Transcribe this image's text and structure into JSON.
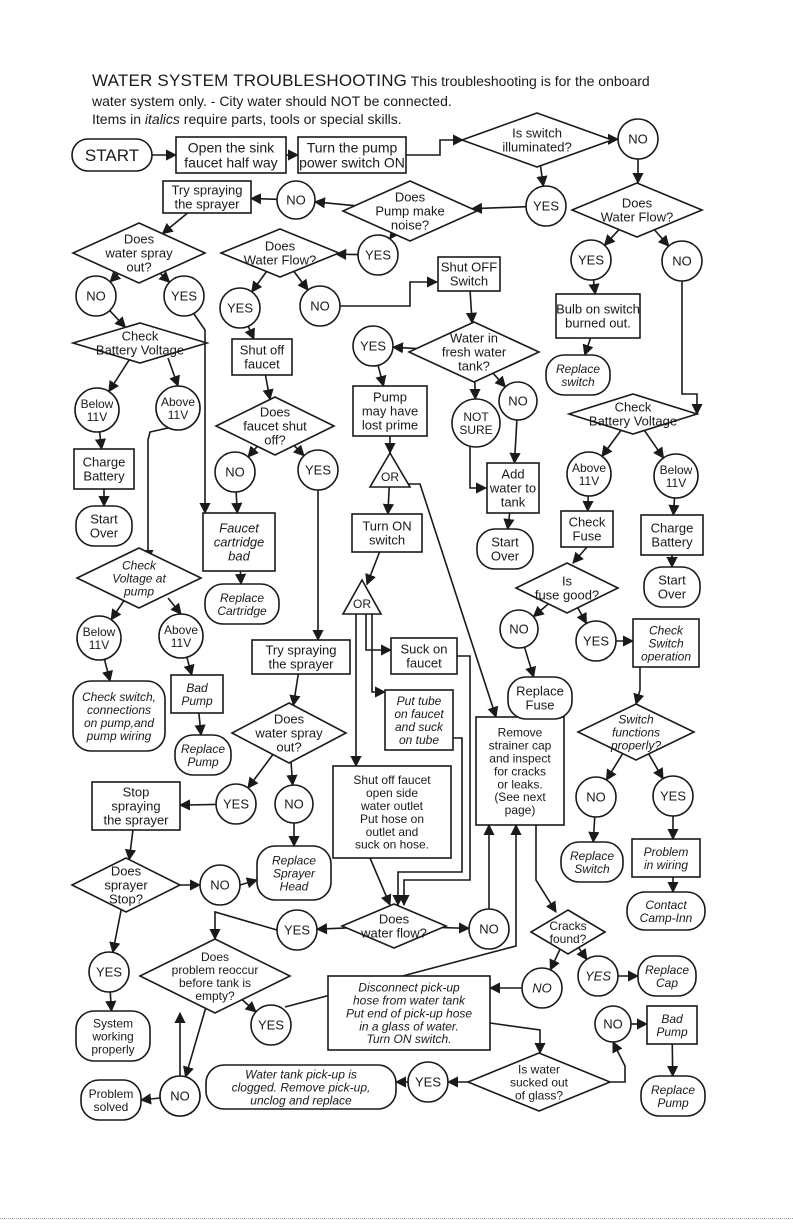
{
  "header": {
    "title": "WATER SYSTEM TROUBLESHOOTING",
    "intro": "This troubleshooting is for the onboard",
    "line2": "water system only.  - City water should NOT be connected.",
    "line3_pre": "Items in ",
    "line3_italic": "italics",
    "line3_post": " require parts, tools or special skills."
  },
  "nodes": [
    {
      "id": "start",
      "shape": "pill",
      "text": [
        "START"
      ]
    },
    {
      "id": "open_faucet",
      "shape": "rect",
      "text": [
        "Open the sink",
        "faucet half way"
      ]
    },
    {
      "id": "pump_on",
      "shape": "rect",
      "text": [
        "Turn the pump",
        "power switch ON"
      ]
    },
    {
      "id": "switch_illum",
      "shape": "diamond",
      "text": [
        "Is switch",
        "illuminated?"
      ]
    },
    {
      "id": "no_illum",
      "shape": "circle",
      "text": [
        "NO"
      ]
    },
    {
      "id": "yes_illum",
      "shape": "circle",
      "text": [
        "YES"
      ]
    },
    {
      "id": "pump_noise",
      "shape": "diamond",
      "text": [
        "Does",
        "Pump make",
        "noise?"
      ]
    },
    {
      "id": "no_noise",
      "shape": "circle",
      "text": [
        "NO"
      ]
    },
    {
      "id": "try_spray1",
      "shape": "rect",
      "text": [
        "Try spraying",
        "the sprayer"
      ]
    },
    {
      "id": "spray_out1",
      "shape": "diamond",
      "text": [
        "Does",
        "water spray",
        "out?"
      ]
    },
    {
      "id": "no_spray1",
      "shape": "circle",
      "text": [
        "NO"
      ]
    },
    {
      "id": "yes_spray1",
      "shape": "circle",
      "text": [
        "YES"
      ]
    },
    {
      "id": "check_batt1",
      "shape": "diamond",
      "text": [
        "Check",
        "Battery Voltage"
      ]
    },
    {
      "id": "below11_a",
      "shape": "circle",
      "text": [
        "Below",
        "11V"
      ]
    },
    {
      "id": "above11_a",
      "shape": "circle",
      "text": [
        "Above",
        "11V"
      ]
    },
    {
      "id": "charge_batt1",
      "shape": "rect",
      "text": [
        "Charge",
        "Battery"
      ]
    },
    {
      "id": "start_over1",
      "shape": "pill",
      "text": [
        "Start",
        "Over"
      ]
    },
    {
      "id": "check_volt_pump",
      "shape": "diamond",
      "italic": true,
      "text": [
        "Check",
        "Voltage at",
        "pump"
      ]
    },
    {
      "id": "below11_b",
      "shape": "circle",
      "text": [
        "Below",
        "11V"
      ]
    },
    {
      "id": "above11_b",
      "shape": "circle",
      "text": [
        "Above",
        "11V"
      ]
    },
    {
      "id": "check_switch_conn",
      "shape": "pill",
      "italic": true,
      "text": [
        "Check switch,",
        "connections",
        "on pump,and",
        "pump wiring"
      ]
    },
    {
      "id": "bad_pump1",
      "shape": "rect",
      "italic": true,
      "text": [
        "Bad",
        "Pump"
      ]
    },
    {
      "id": "replace_pump1",
      "shape": "pill",
      "italic": true,
      "text": [
        "Replace",
        "Pump"
      ]
    },
    {
      "id": "yes_noise",
      "shape": "circle",
      "text": [
        "YES"
      ]
    },
    {
      "id": "water_flow1",
      "shape": "diamond",
      "text": [
        "Does",
        "Water Flow?"
      ]
    },
    {
      "id": "yes_flow1",
      "shape": "circle",
      "text": [
        "YES"
      ]
    },
    {
      "id": "no_flow1",
      "shape": "circle",
      "text": [
        "NO"
      ]
    },
    {
      "id": "shut_off_faucet",
      "shape": "rect",
      "text": [
        "Shut off",
        "faucet"
      ]
    },
    {
      "id": "faucet_shut",
      "shape": "diamond",
      "text": [
        "Does",
        "faucet shut",
        "off?"
      ]
    },
    {
      "id": "no_shut",
      "shape": "circle",
      "text": [
        "NO"
      ]
    },
    {
      "id": "yes_shut",
      "shape": "circle",
      "text": [
        "YES"
      ]
    },
    {
      "id": "faucet_cart",
      "shape": "rect",
      "italic": true,
      "text": [
        "Faucet",
        "cartridge",
        "bad"
      ]
    },
    {
      "id": "replace_cart",
      "shape": "pill",
      "italic": true,
      "text": [
        "Replace",
        "Cartridge"
      ]
    },
    {
      "id": "shut_switch",
      "shape": "rect",
      "text": [
        "Shut OFF",
        "Switch"
      ]
    },
    {
      "id": "water_tank",
      "shape": "diamond",
      "text": [
        "Water in",
        "fresh water",
        "tank?"
      ]
    },
    {
      "id": "yes_tank",
      "shape": "circle",
      "text": [
        "YES"
      ]
    },
    {
      "id": "not_sure",
      "shape": "circle",
      "text": [
        "NOT",
        "SURE"
      ]
    },
    {
      "id": "no_tank",
      "shape": "circle",
      "text": [
        "NO"
      ]
    },
    {
      "id": "lost_prime",
      "shape": "rect",
      "text": [
        "Pump",
        "may have",
        "lost prime"
      ]
    },
    {
      "id": "or1",
      "shape": "triangle",
      "text": [
        "OR"
      ]
    },
    {
      "id": "add_water",
      "shape": "rect",
      "text": [
        "Add",
        "water to",
        "tank"
      ]
    },
    {
      "id": "start_over2",
      "shape": "pill",
      "text": [
        "Start",
        "Over"
      ]
    },
    {
      "id": "turn_on_switch",
      "shape": "rect",
      "text": [
        "Turn ON",
        "switch"
      ]
    },
    {
      "id": "or2",
      "shape": "triangle",
      "text": [
        "OR"
      ]
    },
    {
      "id": "suck_faucet",
      "shape": "rect",
      "text": [
        "Suck on",
        "faucet"
      ]
    },
    {
      "id": "put_tube",
      "shape": "rect",
      "italic": true,
      "text": [
        "Put tube",
        "on faucet",
        "and suck",
        "on tube"
      ]
    },
    {
      "id": "shut_outlet",
      "shape": "rect",
      "text": [
        "Shut off faucet",
        "open side",
        "water outlet",
        "Put hose on",
        "outlet and",
        "suck on hose."
      ]
    },
    {
      "id": "remove_strainer",
      "shape": "rect",
      "text": [
        "Remove",
        "strainer cap",
        "and inspect",
        "for cracks",
        "or leaks.",
        "(See next",
        "page)"
      ]
    },
    {
      "id": "try_spray2",
      "shape": "rect",
      "text": [
        "Try spraying",
        "the sprayer"
      ]
    },
    {
      "id": "spray_out2",
      "shape": "diamond",
      "text": [
        "Does",
        "water spray",
        "out?"
      ]
    },
    {
      "id": "yes_spray2",
      "shape": "circle",
      "text": [
        "YES"
      ]
    },
    {
      "id": "no_spray2",
      "shape": "circle",
      "text": [
        "NO"
      ]
    },
    {
      "id": "stop_spray",
      "shape": "rect",
      "text": [
        "Stop",
        "spraying",
        "the sprayer"
      ]
    },
    {
      "id": "replace_head",
      "shape": "pill",
      "italic": true,
      "text": [
        "Replace",
        "Sprayer",
        "Head"
      ]
    },
    {
      "id": "sprayer_stop",
      "shape": "diamond",
      "text": [
        "Does",
        "sprayer",
        "Stop?"
      ]
    },
    {
      "id": "no_stop",
      "shape": "circle",
      "text": [
        "NO"
      ]
    },
    {
      "id": "yes_stop",
      "shape": "circle",
      "text": [
        "YES"
      ]
    },
    {
      "id": "system_ok",
      "shape": "pill",
      "text": [
        "System",
        "working",
        "properly"
      ]
    },
    {
      "id": "yes_flow2",
      "shape": "circle",
      "text": [
        "YES"
      ]
    },
    {
      "id": "water_flow2",
      "shape": "diamond",
      "text": [
        "Does",
        "water flow?"
      ]
    },
    {
      "id": "no_flow2",
      "shape": "circle",
      "text": [
        "NO"
      ]
    },
    {
      "id": "problem_reoccur",
      "shape": "diamond",
      "text": [
        "Does",
        "problem reoccur",
        "before tank is",
        "empty?"
      ]
    },
    {
      "id": "yes_reoccur",
      "shape": "circle",
      "text": [
        "YES"
      ]
    },
    {
      "id": "no_reoccur",
      "shape": "circle",
      "text": [
        "NO"
      ]
    },
    {
      "id": "problem_solved",
      "shape": "pill",
      "text": [
        "Problem",
        "solved"
      ]
    },
    {
      "id": "water_flow3",
      "shape": "diamond",
      "text": [
        "Does",
        "Water Flow?"
      ]
    },
    {
      "id": "yes_flow3",
      "shape": "circle",
      "text": [
        "YES"
      ]
    },
    {
      "id": "no_flow3",
      "shape": "circle",
      "text": [
        "NO"
      ]
    },
    {
      "id": "bulb_burned",
      "shape": "rect",
      "text": [
        "Bulb on switch",
        "burned out."
      ]
    },
    {
      "id": "replace_switch1",
      "shape": "pill",
      "italic": true,
      "text": [
        "Replace",
        "switch"
      ]
    },
    {
      "id": "check_batt2",
      "shape": "diamond",
      "text": [
        "Check",
        "Battery Voltage"
      ]
    },
    {
      "id": "above11_c",
      "shape": "circle",
      "text": [
        "Above",
        "11V"
      ]
    },
    {
      "id": "below11_c",
      "shape": "circle",
      "text": [
        "Below",
        "11V"
      ]
    },
    {
      "id": "check_fuse",
      "shape": "rect",
      "text": [
        "Check",
        "Fuse"
      ]
    },
    {
      "id": "charge_batt2",
      "shape": "rect",
      "text": [
        "Charge",
        "Battery"
      ]
    },
    {
      "id": "start_over3",
      "shape": "pill",
      "text": [
        "Start",
        "Over"
      ]
    },
    {
      "id": "fuse_good",
      "shape": "diamond",
      "text": [
        "Is",
        "fuse good?"
      ]
    },
    {
      "id": "no_fuse",
      "shape": "circle",
      "text": [
        "NO"
      ]
    },
    {
      "id": "yes_fuse",
      "shape": "circle",
      "text": [
        "YES"
      ]
    },
    {
      "id": "replace_fuse",
      "shape": "pill",
      "text": [
        "Replace",
        "Fuse"
      ]
    },
    {
      "id": "check_switch_op",
      "shape": "rect",
      "italic": true,
      "text": [
        "Check",
        "Switch",
        "operation"
      ]
    },
    {
      "id": "switch_func",
      "shape": "diamond",
      "italic": true,
      "text": [
        "Switch",
        "functions",
        "properly?"
      ]
    },
    {
      "id": "no_func",
      "shape": "circle",
      "text": [
        "NO"
      ]
    },
    {
      "id": "yes_func",
      "shape": "circle",
      "text": [
        "YES"
      ]
    },
    {
      "id": "replace_switch2",
      "shape": "pill",
      "italic": true,
      "text": [
        "Replace",
        "Switch"
      ]
    },
    {
      "id": "problem_wiring",
      "shape": "rect",
      "italic": true,
      "text": [
        "Problem",
        "in wiring"
      ]
    },
    {
      "id": "contact_camp",
      "shape": "pill",
      "italic": true,
      "text": [
        "Contact",
        "Camp-Inn"
      ]
    },
    {
      "id": "cracks_found",
      "shape": "diamond",
      "text": [
        "Cracks",
        "found?"
      ]
    },
    {
      "id": "no_cracks",
      "shape": "circle",
      "italic": true,
      "text": [
        "NO"
      ]
    },
    {
      "id": "yes_cracks",
      "shape": "circle",
      "italic": true,
      "text": [
        "YES"
      ]
    },
    {
      "id": "replace_cap",
      "shape": "pill",
      "italic": true,
      "text": [
        "Replace",
        "Cap"
      ]
    },
    {
      "id": "disconnect",
      "shape": "rect",
      "italic": true,
      "text": [
        "Disconnect pick-up",
        "hose from water tank",
        "Put end of pick-up hose",
        "in a glass of water.",
        "Turn ON switch."
      ]
    },
    {
      "id": "sucked_out",
      "shape": "diamond",
      "text": [
        "Is water",
        "sucked out",
        "of glass?"
      ]
    },
    {
      "id": "yes_sucked",
      "shape": "circle",
      "text": [
        "YES"
      ]
    },
    {
      "id": "no_sucked",
      "shape": "circle",
      "text": [
        "NO"
      ]
    },
    {
      "id": "bad_pump2",
      "shape": "rect",
      "italic": true,
      "text": [
        "Bad",
        "Pump"
      ]
    },
    {
      "id": "replace_pump2",
      "shape": "pill",
      "italic": true,
      "text": [
        "Replace",
        "Pump"
      ]
    },
    {
      "id": "pickup_clogged",
      "shape": "pill",
      "italic": true,
      "text": [
        "Water tank pick-up is",
        "clogged. Remove pick-up,",
        "unclog and replace"
      ]
    },
    {
      "id": "no_solved",
      "shape": "circle",
      "text": [
        "NO"
      ]
    }
  ],
  "edges": [
    [
      "start",
      "open_faucet"
    ],
    [
      "open_faucet",
      "pump_on"
    ],
    [
      "pump_on",
      "switch_illum"
    ],
    [
      "switch_illum",
      "no_illum"
    ],
    [
      "switch_illum",
      "yes_illum"
    ],
    [
      "yes_illum",
      "pump_noise"
    ],
    [
      "pump_noise",
      "no_noise"
    ],
    [
      "no_noise",
      "try_spray1"
    ],
    [
      "try_spray1",
      "spray_out1"
    ],
    [
      "spray_out1",
      "no_spray1"
    ],
    [
      "spray_out1",
      "yes_spray1"
    ],
    [
      "no_spray1",
      "check_batt1"
    ],
    [
      "check_batt1",
      "below11_a"
    ],
    [
      "check_batt1",
      "above11_a"
    ],
    [
      "below11_a",
      "charge_batt1"
    ],
    [
      "charge_batt1",
      "start_over1"
    ],
    [
      "above11_a",
      "check_volt_pump"
    ],
    [
      "yes_spray1",
      "faucet_cart"
    ],
    [
      "check_volt_pump",
      "below11_b"
    ],
    [
      "check_volt_pump",
      "above11_b"
    ],
    [
      "below11_b",
      "check_switch_conn"
    ],
    [
      "above11_b",
      "bad_pump1"
    ],
    [
      "bad_pump1",
      "replace_pump1"
    ],
    [
      "pump_noise",
      "yes_noise"
    ],
    [
      "yes_noise",
      "water_flow1"
    ],
    [
      "water_flow1",
      "yes_flow1"
    ],
    [
      "water_flow1",
      "no_flow1"
    ],
    [
      "yes_flow1",
      "shut_off_faucet"
    ],
    [
      "shut_off_faucet",
      "faucet_shut"
    ],
    [
      "faucet_shut",
      "no_shut"
    ],
    [
      "faucet_shut",
      "yes_shut"
    ],
    [
      "no_shut",
      "faucet_cart"
    ],
    [
      "faucet_cart",
      "replace_cart"
    ],
    [
      "yes_shut",
      "try_spray2"
    ],
    [
      "no_flow1",
      "shut_switch"
    ],
    [
      "shut_switch",
      "water_tank"
    ],
    [
      "water_tank",
      "yes_tank"
    ],
    [
      "water_tank",
      "no_tank"
    ],
    [
      "water_tank",
      "not_sure"
    ],
    [
      "yes_tank",
      "lost_prime"
    ],
    [
      "lost_prime",
      "or1"
    ],
    [
      "not_sure",
      "add_water"
    ],
    [
      "no_tank",
      "add_water"
    ],
    [
      "add_water",
      "start_over2"
    ],
    [
      "or1",
      "turn_on_switch"
    ],
    [
      "or1",
      "remove_strainer"
    ],
    [
      "turn_on_switch",
      "or2"
    ],
    [
      "or2",
      "suck_faucet"
    ],
    [
      "or2",
      "put_tube"
    ],
    [
      "or2",
      "shut_outlet"
    ],
    [
      "suck_faucet",
      "water_flow2"
    ],
    [
      "put_tube",
      "water_flow2"
    ],
    [
      "shut_outlet",
      "water_flow2"
    ],
    [
      "try_spray2",
      "spray_out2"
    ],
    [
      "spray_out2",
      "yes_spray2"
    ],
    [
      "spray_out2",
      "no_spray2"
    ],
    [
      "yes_spray2",
      "stop_spray"
    ],
    [
      "no_spray2",
      "replace_head"
    ],
    [
      "stop_spray",
      "sprayer_stop"
    ],
    [
      "sprayer_stop",
      "no_stop"
    ],
    [
      "no_stop",
      "replace_head"
    ],
    [
      "sprayer_stop",
      "yes_stop"
    ],
    [
      "yes_stop",
      "system_ok"
    ],
    [
      "water_flow2",
      "yes_flow2"
    ],
    [
      "yes_flow2",
      "problem_reoccur"
    ],
    [
      "water_flow2",
      "no_flow2"
    ],
    [
      "no_flow2",
      "remove_strainer"
    ],
    [
      "problem_reoccur",
      "yes_reoccur"
    ],
    [
      "yes_reoccur",
      "remove_strainer"
    ],
    [
      "problem_reoccur",
      "no_reoccur"
    ],
    [
      "no_reoccur",
      "problem_solved"
    ],
    [
      "no_illum",
      "water_flow3"
    ],
    [
      "water_flow3",
      "yes_flow3"
    ],
    [
      "water_flow3",
      "no_flow3"
    ],
    [
      "yes_flow3",
      "bulb_burned"
    ],
    [
      "bulb_burned",
      "replace_switch1"
    ],
    [
      "no_flow3",
      "check_batt2"
    ],
    [
      "check_batt2",
      "above11_c"
    ],
    [
      "check_batt2",
      "below11_c"
    ],
    [
      "above11_c",
      "check_fuse"
    ],
    [
      "below11_c",
      "charge_batt2"
    ],
    [
      "charge_batt2",
      "start_over3"
    ],
    [
      "check_fuse",
      "fuse_good"
    ],
    [
      "fuse_good",
      "no_fuse"
    ],
    [
      "fuse_good",
      "yes_fuse"
    ],
    [
      "no_fuse",
      "replace_fuse"
    ],
    [
      "yes_fuse",
      "check_switch_op"
    ],
    [
      "check_switch_op",
      "switch_func"
    ],
    [
      "switch_func",
      "no_func"
    ],
    [
      "switch_func",
      "yes_func"
    ],
    [
      "no_func",
      "replace_switch2"
    ],
    [
      "yes_func",
      "problem_wiring"
    ],
    [
      "problem_wiring",
      "contact_camp"
    ],
    [
      "remove_strainer",
      "cracks_found"
    ],
    [
      "cracks_found",
      "no_cracks"
    ],
    [
      "cracks_found",
      "yes_cracks"
    ],
    [
      "yes_cracks",
      "replace_cap"
    ],
    [
      "no_cracks",
      "disconnect"
    ],
    [
      "disconnect",
      "sucked_out"
    ],
    [
      "sucked_out",
      "no_sucked"
    ],
    [
      "no_sucked",
      "bad_pump2"
    ],
    [
      "bad_pump2",
      "replace_pump2"
    ],
    [
      "sucked_out",
      "yes_sucked"
    ],
    [
      "yes_sucked",
      "pickup_clogged"
    ],
    [
      "no_solved",
      "problem_solved"
    ]
  ]
}
